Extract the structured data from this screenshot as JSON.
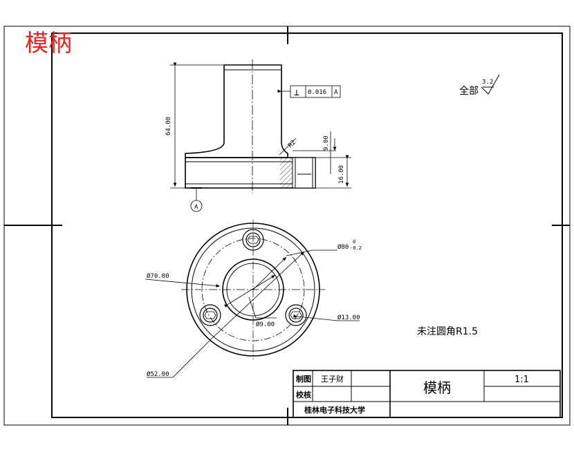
{
  "corner_label": "模柄",
  "front_view": {
    "total_height": "64.00",
    "flange_hole_depth": "9.00",
    "flange_height": "16.00",
    "fillet_radius": "R2",
    "tolerance_symbol": "⊥",
    "tolerance_value": "0.016",
    "tolerance_datum": "A",
    "datum_label": "A"
  },
  "top_view": {
    "pitch_circle_dia": "Ø80",
    "pitch_tol_upper": "0",
    "pitch_tol_lower": "-0.2",
    "flange_outer_dia": "Ø70.00",
    "hole_dia": "Ø13.00",
    "small_hole_dia": "Ø9.00",
    "shank_dia": "Ø52.00"
  },
  "notes": {
    "surface_prefix": "全部",
    "surface_roughness": "3.2",
    "fillet_note": "未注圆角R1.5"
  },
  "title_block": {
    "drawn_by_label": "制图",
    "drawn_by_name": "王子财",
    "checked_label": "校核",
    "part_name": "模柄",
    "scale": "1:1",
    "organization": "桂林电子科技大学"
  },
  "colors": {
    "line": "#000000",
    "corner_label": "#e8231d",
    "background": "#ffffff"
  }
}
